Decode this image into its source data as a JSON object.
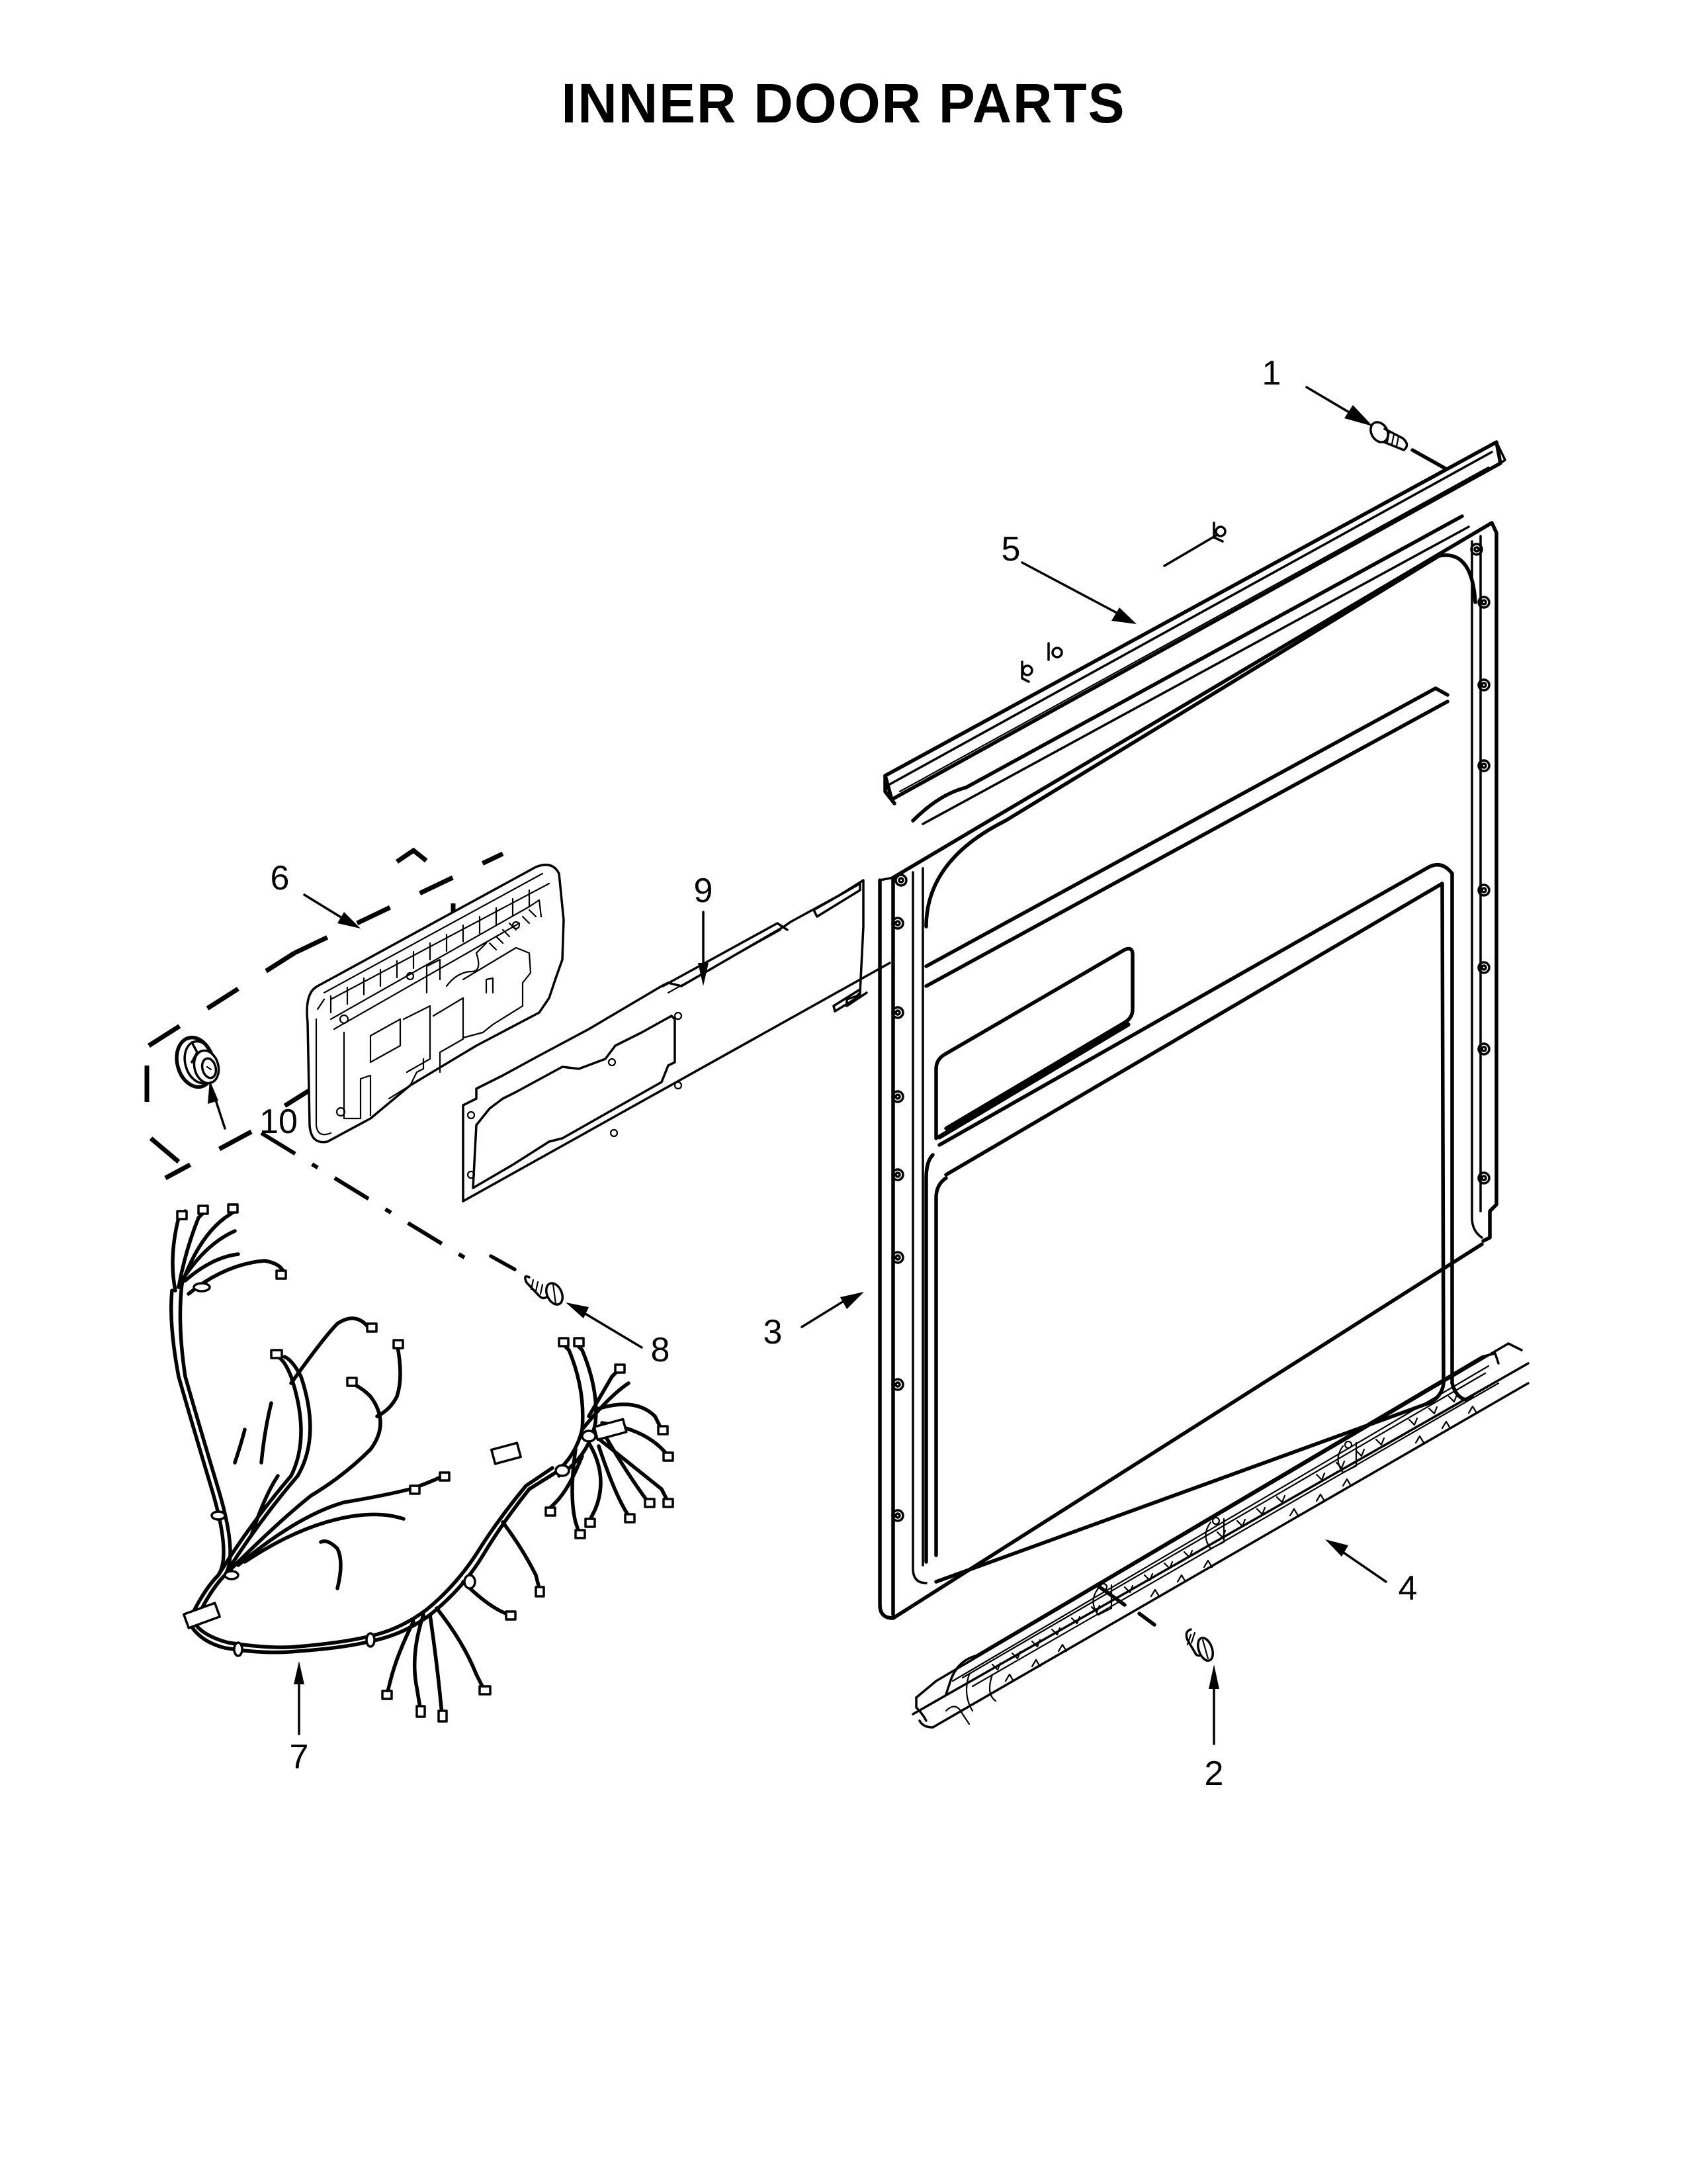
{
  "page": {
    "title": "INNER DOOR PARTS"
  },
  "callouts": [
    {
      "id": "1",
      "label": "1",
      "part": "door-trim-screw"
    },
    {
      "id": "2",
      "label": "2",
      "part": "bottom-trim-screw"
    },
    {
      "id": "3",
      "label": "3",
      "part": "inner-door-panel"
    },
    {
      "id": "4",
      "label": "4",
      "part": "bottom-vent-trim"
    },
    {
      "id": "5",
      "label": "5",
      "part": "top-door-trim"
    },
    {
      "id": "6",
      "label": "6",
      "part": "control-module"
    },
    {
      "id": "7",
      "label": "7",
      "part": "wire-harness"
    },
    {
      "id": "8",
      "label": "8",
      "part": "panel-screw"
    },
    {
      "id": "9",
      "label": "9",
      "part": "control-panel-shield"
    },
    {
      "id": "10",
      "label": "10",
      "part": "rinse-aid-cap"
    }
  ],
  "colors": {
    "line": "#000000",
    "background": "#ffffff"
  }
}
